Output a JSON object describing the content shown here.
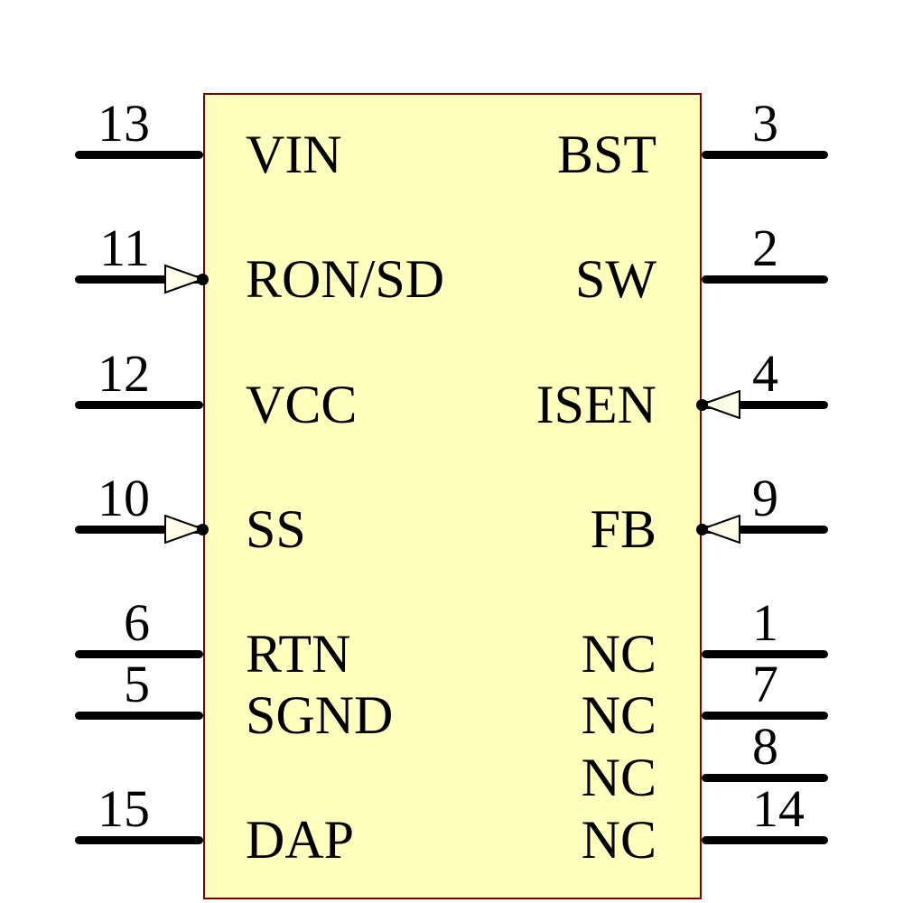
{
  "symbol": {
    "kind": "ic-schematic-symbol",
    "body_fill": "#ffffbe",
    "body_border": "#7b0000",
    "wire_color": "#000000",
    "arrow_fill": "#fdfde8",
    "arrow_outline": "#000000",
    "text_color": "#000000"
  },
  "pins": {
    "left": [
      {
        "number": "13",
        "label": "VIN",
        "arrow": false
      },
      {
        "number": "11",
        "label": "RON/SD",
        "arrow": true
      },
      {
        "number": "12",
        "label": "VCC",
        "arrow": false
      },
      {
        "number": "10",
        "label": "SS",
        "arrow": true
      },
      {
        "number": "6",
        "label": "RTN",
        "arrow": false
      },
      {
        "number": "5",
        "label": "SGND",
        "arrow": false
      },
      {
        "number": "15",
        "label": "DAP",
        "arrow": false
      }
    ],
    "right": [
      {
        "number": "3",
        "label": "BST",
        "arrow": false
      },
      {
        "number": "2",
        "label": "SW",
        "arrow": false
      },
      {
        "number": "4",
        "label": "ISEN",
        "arrow": true
      },
      {
        "number": "9",
        "label": "FB",
        "arrow": true
      },
      {
        "number": "1",
        "label": "NC",
        "arrow": false
      },
      {
        "number": "7",
        "label": "NC",
        "arrow": false
      },
      {
        "number": "8",
        "label": "NC",
        "arrow": false
      },
      {
        "number": "14",
        "label": "NC",
        "arrow": false
      }
    ]
  }
}
